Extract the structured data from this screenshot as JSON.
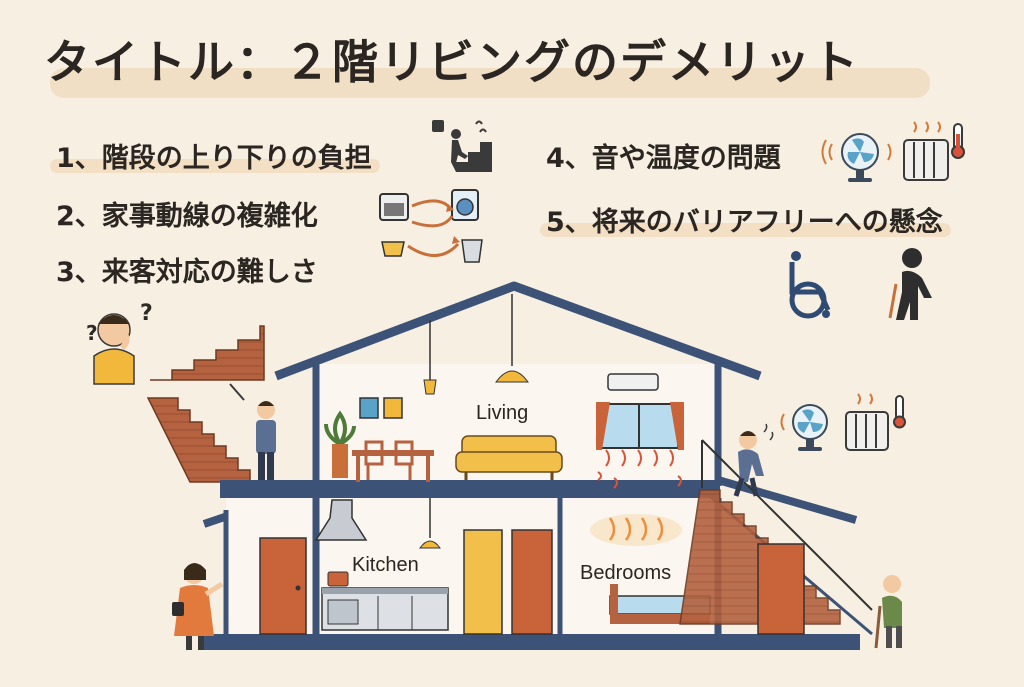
{
  "title": "タイトル：２階リビングのデメリット",
  "items": [
    {
      "label": "1、階段の上り下りの負担"
    },
    {
      "label": "2、家事動線の複雑化"
    },
    {
      "label": "3、来客対応の難しさ"
    },
    {
      "label": "4、音や温度の問題"
    },
    {
      "label": "5、将来のバリアフリーへの懸念"
    }
  ],
  "rooms": {
    "living": "Living",
    "kitchen": "Kitchen",
    "bedrooms": "Bedrooms"
  },
  "icons": [
    "climbing-stairs-icon",
    "appliances-icon",
    "fan-icon",
    "heater-icon",
    "thermometer-icon",
    "wheelchair-icon",
    "elderly-person-icon"
  ],
  "colors": {
    "background": "#f6efe2",
    "house_outline": "#3c5377",
    "highlight": "#f3dfc4",
    "wood": "#b4623f",
    "heat": "#e8823a"
  }
}
